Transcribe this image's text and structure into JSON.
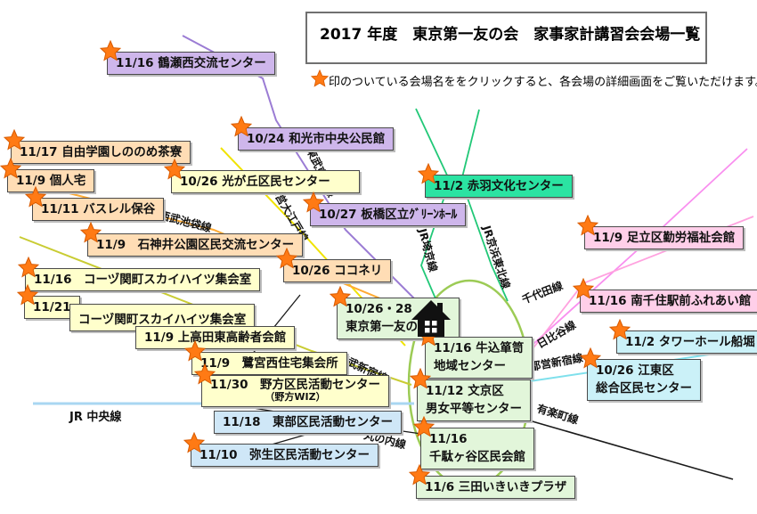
{
  "title": "2017 年度　東京第一友の会　家事家計講習会会場一覧",
  "legend": "印のついている会場名ををクリックすると、各会場の詳細画面をご覧いただけます。",
  "colors": {
    "star": "#FF7A14",
    "box_purple": "#CEB6EB",
    "box_peach": "#FFDDB5",
    "box_yellow": "#FFFFCC",
    "box_mint": "#2BE3A2",
    "box_green": "#E2F6DA",
    "box_pink": "#FFCFE9",
    "box_cyan": "#CBF1F8",
    "box_blue": "#CFE7F7",
    "line_tobu": "#9B7CD4",
    "line_oedo": "#F0E300",
    "line_ikebukuro": "#FFAA33",
    "line_seibushinjuku": "#C9CC33",
    "line_jr_green": "#21C877",
    "line_chiyoda": "#F98FEF",
    "line_hibiya": "#FFA2DF",
    "line_toeishinjuku": "#7FE0EC",
    "line_chuo": "#A9D7F2",
    "line_black": "#1A1A1A",
    "yamanote": "#9CCB55"
  },
  "venues": {
    "tsuruse": {
      "label": "11/16 鶴瀬西交流センター"
    },
    "jiyu": {
      "label": "11/17 自由学園しののめ茶寮"
    },
    "kojin": {
      "label": "11/9 個人宅"
    },
    "basureru": {
      "label": "11/11 バスレル保谷"
    },
    "shakujii": {
      "label": "11/9　石神井公園区民交流センター"
    },
    "hikarigaoka": {
      "label": "10/26 光が丘区民センター"
    },
    "wako": {
      "label": "10/24 和光市中央公民館"
    },
    "itabashi": {
      "label": "10/27 板橋区立ｸﾞﾘｰﾝﾎｰﾙ"
    },
    "akabane": {
      "label": "11/2 赤羽文化センター"
    },
    "kokoneri": {
      "label": "10/26 ココネリ"
    },
    "tomonoie": {
      "line1": "10/26・28",
      "line2": "東京第一友の家"
    },
    "ushigome": {
      "line1": "11/16 牛込箪笥",
      "line2": "地域センター"
    },
    "bunkyo": {
      "line1": "11/12 文京区",
      "line2": "男女平等センター"
    },
    "sendagaya": {
      "line1": "11/16",
      "line2": "千駄ヶ谷区民会館"
    },
    "mita": {
      "label": "11/6 三田いきいきプラザ"
    },
    "adachi": {
      "label": "11/9 足立区勤労福祉会館"
    },
    "minamisenju": {
      "label": "11/16 南千住駅前ふれあい館"
    },
    "tower": {
      "label": "11/2 タワーホール船堀"
    },
    "koto": {
      "line1": "10/26 江東区",
      "line2": "総合区民センター"
    },
    "kozu16": {
      "label": "11/16　コーヅ関町スカイハイツ集会室"
    },
    "kozu21a": {
      "label": "11/21"
    },
    "kozu21b": {
      "label": "コーヅ関町スカイハイツ集会室"
    },
    "takada": {
      "label": "11/9 上高田東高齢者会館"
    },
    "saginomiya": {
      "label": "11/9　鷺宮西住宅集会所"
    },
    "nogata": {
      "line1": "11/30　野方区民活動センター",
      "line2": "（野方WIZ）"
    },
    "tobu": {
      "label": "11/18　東部区民活動センター"
    },
    "yayoi": {
      "label": "11/10　弥生区民活動センター"
    }
  },
  "rail_lines": {
    "tobu_tojo": "東武東上線",
    "oedo": "都営大江戸線",
    "seibu_ikebukuro": "西武池袋線",
    "seibu_shinjuku": "西武新宿線",
    "jr_saikyo": "JR埼京線",
    "jr_keihin": "JR京浜東北線",
    "chiyoda": "千代田線",
    "hibiya": "日比谷線",
    "toei_shinjuku": "都営新宿線",
    "jr_chuo": "JR 中央線",
    "marunouchi": "丸の内線",
    "yurakucho": "有楽町線"
  }
}
